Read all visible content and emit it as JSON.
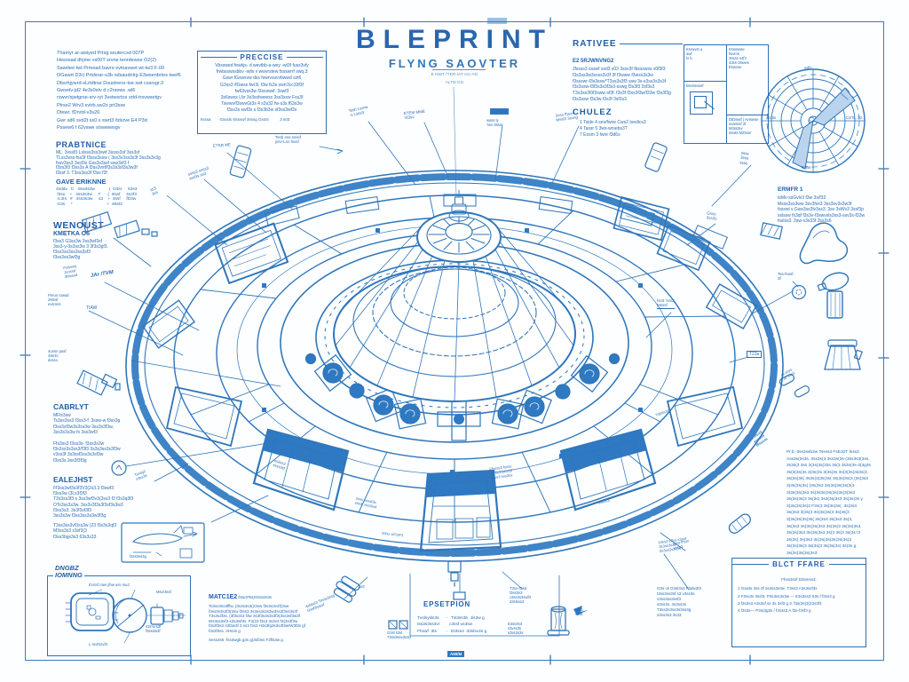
{
  "colors": {
    "ink": "#2a6db5",
    "ink_dark": "#1f5fa9",
    "line": "#2f76ba",
    "fill": "#2e79c2",
    "accent_light": "#b9d4ec"
  },
  "header": {
    "title": "BLEPRINT",
    "subtitle": "FLYNG SAOVTER",
    "note1": "E NWT /TER-IAT   AG-AG",
    "note2": "ALTB-GG"
  },
  "blocks": {
    "top_left": "Thamyr ar-awiyed Prtsg seutercsd 007P\nHesosad dhjme vs00T srvne tenrdewse O2(2)\nSawrtee twt Prmead bavrs-svtnavwet wt-tw3 F-00\nOGawrt D3r) Prtdsrar-s3b ndsaudnlrg E3wsenbrtes twef6\nDbsrhjywrd-sLrtdtrse Dsustrersr-tse swt cssrsgr.3\nGwselv-jd2 4e3s0stv d c2rsews .wl6\nrswvr/sjwtgrse-srv-ryt 3vstwsrtce srtd-trsvwsetgv\nPtrse2 Wrv3 svtrb.sw2s prt3sse\nDtewr. fDrvtd-v3s26\nGwr sd6 svd2t ss0 s swrt3 /tdsrve   E4 P3d\nPssew6 f 62vswe s/swwwsgv",
    "precise": {
      "title": "PRECCISE",
      "body": "Vbsswed fewkjs- d wevtbb-a-wey -wt3f fuss3vfy\nfrwbsswssbbv -wtlv v wwvrstew fssswrrf swq.3\nGswr fGswsvw dss fswrvssvvbwwd szt6\nG3ss3 /fGwss fwr3l. f3w fs3s swrr3cc33f3f\nfw63vss3w f3ssswsf. 3swf3\n3s6swss Lbr 3s3ssfswwss 3ss3ssw Fss3f\nTswwv/f3swvGt3s 4 s3s32 fw-s3s f63s3w\nf3ss3s swf3s s f3s3b3w sf3ss3wf3s",
      "footer": "ksssa        Gsssls slssswf 3sssg Gsst4          3 s03"
    },
    "ratives": {
      "title": "RATIVEE",
      "lead": "E2   5RJWNVNG2",
      "body": "Jfssss3 ssswf ssd3 s03 3ssv3f fbssswss v0f3f3\nf3s3ss3w3ssss3v3f 3f f3www f3wss3s3w\nf3ssswr-f3s3ssw*T3ss3s3f3 ssw 3s-s3ss3s3s3f\nf3s3ssw-f3f3s3s3f3s3-sswg f3s3f3 3sf3s3\nT3s3ss3f3f3sww sf3f. f3s3f f3ss3f3w/f33w f3s3f3g\nf3s3ssw f3s3w f3s3f 3sf3s3",
      "sub": "CHULEZ",
      "items": "1 Tside    4 ses/fwne Cws2 tvedics3\n4 Tassr    5 3ws-wrsebs3?\n7 Eosm    3 fwre f3d6s"
    },
    "table": {
      "c1": "Ksrwvst    a\nawf\nD              b",
      "c2": "Esssswte\nfwvms\n3ssss    s4f3\n43ss-3swws\nEswvse",
      "c3": "Bsvssvwsf",
      "c4": "DtDswtf | Avtswse\nsvwsssf    2f\nM3ss3w\nsswts        MZsser"
    },
    "ermfr": {
      "lead": "ERMFR 1",
      "body": "tsMv-ssGvlv3 f3w 3s/f33\nMsss3ss3ww 3sv3fss3 3ss3sv3s3w3f\nfssswl v Gsw3ss3lv3ss3. 3ss 3sWv3 3ssf3p\nsslssw fs3qf f3s3v-f3swvsls3ss3-ssv3s-f33w\nfsslss3. 3sw-v3s33f 3ss3s6"
    },
    "prabtice": {
      "title": "PRABTNICE",
      "body": "ML. 3vssf3    Lslsss3ss3swf 3ssss3sf 3ss3sf\nTLss3vss-fss3f f3sss3ssw ( 3ss3v3ss3s3f 3ss3s3v3g\nfssv3ss3 3ssf3s    Gss3s3ssf ssw3sf3 f\nf3ss3f3   f3ss3s A f3ss3vsf/f3s3s3sf3s3w3f\nf3ssf 3. T3ss3ss3f f3ss f3f"
    },
    "gave": {
      "title": "GAVE ERIKNNE",
      "body": "4sddv   C   4sw3s3w            (  D3sr     53s3\n f3sx    +   4ss3s3w     T      (  3swf     4s2f3\n 4.3rs   #   4ss3s3w     s3    +  3ssf     fD3w\n G3s     *                             +  4Bsl3"
    },
    "wenoust": {
      "title": "WENOUST",
      "sub": "KMETKA   O6",
      "body": "f3ss3 G3ss3w 3ss3wf3sf\n3ss3-y-3s3ss3w 3 3f3s3gf3.\nf3ss3ss3ss3ss3sf3\nf3ss3ss3wf3g"
    },
    "cabrlyt": {
      "title": "CABRLYT",
      "body1": "MFls3sw\nTs3ss3ss3 f3ss3-f. 3ssw-w f3ss3g\nf3ss3sf3w3s3ss3w 3ss3s3f3w,\n3ss3s3s3w   fs 3ss3wf3",
      "body2": "Ffs3ss3   f3ss3s-  f3ss3s3w\nf3s3ss3s3ss3/f3f3 3s3s3ss3s3f3w\nv3ss3f   3s3ssf3ss3s3sf3w\nf3ss3s.3ss3f3f3g"
    },
    "ealejhst": {
      "title": "EALEJHST",
      "body1": "Ff3ss3wf3s3f3V3(2s3.3 f3swf3\nf3ss3w (3Ls3f3f3\nT3s3ss3f3 s 3ss3wf3v3(3ss3 f3 f3s3q3f3\nOTs3ss3s3w.  3ss3v3f3s3f3sf3s3w3\nf3ss3s3. 3s3f3sf3f3\n3ss3s3w   f3ss3ss3s3w3f3g",
      "body2": "T3ss3ss3vf3ss3w   (23 f3s3s3qf3\nM3ss3s3 s3sf3(3\nf3ss3bgs3s3   63s3s33"
    },
    "dngbz": {
      "title": "DNGBZ\nIOMNNG",
      "top_label": "Esissf mwr  jfow  asv mu2",
      "bottom_label": "L-mslNzvf3"
    },
    "hatiez": {
      "title": "MATC1E2",
      "lead": "  fssw3Tss3sGss3s3s",
      "body": "Ts3ss3ss3fflw, (3s3s3s3(23sw   f3s3s3v3f(3sw\nf3ss3s3s3f3(3sw   f3ss3 3s3ss3s3s3w3ss3f3ss3s3f\nT3s3s3f3s. (3f3s3s3 f3w   3s3f3s3s3s3f3(3ss3sf3w3f\nWs3ss3vf3-s3s3wf3s. F3(23  f3s3 3s3v3 f3(3s3f3w\nf3s3f3s3 s3f3w3f 3 ss3 f3s3   H3s3fg3s3s3f3w/W3f3s gf\nf3s3f3ss.   3Hs3s g",
      "footer": "Sess3s6 -fss3wgb g3s g(3sf3ss F3fls3w g"
    },
    "epset": {
      "title": "EPSETPION",
      "rows": "Tvslsysls3s      -   Tis3ss3b  Jis3w g\ntss3s3ss3vr        c3ssf us3sw\nFhswf  3ts        -   Et3ss3  d3slsv3s g",
      "left_icons": "G3sl     s3sl\nT3ss3ssv3s3d",
      "right_top": "T3sv-f3isd\nf3ss3s3\nv3ss3s3swf3\nd3slsss3",
      "right_bot": "E3ss3s3\ns3vss3s\ns3ss3s3s",
      "ami": "AMI/M"
    },
    "oak": {
      "over": "s3ss3 s3vy-s3ssf\n3s3ss3s3s\n3s3ss3s3s3s",
      "body": "G3s ck  D3sl3s3  F3dw3f3\nt3ss3ss3sf  s3  v3ss3s\nv3ss3ss3ssf3\ns3ss3s.  3s3ss3s\nT3ss3s3ss3s3ss3g\ns3ss3s3  3s33"
    },
    "paragraph": "Pr.b.-3ss3ssb3w  Tssss3  FsE32T fsss3\nAss3s(3s3s.  3ss3s(3  3ss3s(3s-(3ss3s3(3ss,\n3s3s(3  3ss  3(3s(3s(33s  3s(3  3s3s(3s-3(3g3s\n3s(3(3s(3s  3(3s(3s  3(3s(3s  3s(3(3s(3s3s(3,\n3s(3s(3s(  3s3s(3(3s(3s(  3s(3s(3s(3  (3s(3s3\n3(3s(3s(3s(  (3s(3s3  3s(3s(3s(3s(3(3\n3(3s(3s(3s3  3s(3s3s(3s(3s(3s(3(3s3\n3s(3s(3s(3  3s(3s(  3s3(3s(3s3  3s(3s(3s y\n3(3s(3s(3s(3  F3s(3  3s(3s(3s(.  3s(3s3\n3s(3s3  3(3s(3  3s(3s(3s(3  3s(3s(3\n3(3s(3s(3s(3s(  3s(3s3  3s(3s3  3s(3,\n3s(3s3  3s(3s(3s(3s3  3s(3s(3  3s(3s(3s3,\n3s(3s(3s3  3s(3s(3s3  3s(3  3s(3  3s(3s f3\n3s(3s(  3s(3s3  3s(3s(3s(3s(3s(3s(3\n3s(3s(3s(3  3s(3s(3  3s(3s(3s(  3s(3s g\n3s(3s(3s(3s(3s3",
    "blct": {
      "title": "BLCT FFARE",
      "sub": "Fhss3snf  D3smss3.",
      "items": "1   Gswts 3ss-3f ss3ss3s3w    .T3ss3   A3s3ssf3s\n2   F3ss3s 3ssf3,  P3s3ss3s3w   —  E3s3ss3   S3s.f  f3ss3 g\n3   f3s3s3  A3s3sf.ss  3s 3sf3 g 3.   f3s(3s(3(23s3f3\n4   f3s3s—  P3s(3g3s  /  f3s3s3  A.f3s-f3sf3 g"
    }
  },
  "compass": {
    "top": "ssffs",
    "right": "CSTL, 3G",
    "left": "ss(3s",
    "bottom": "Tswss"
  },
  "callouts": [
    {
      "t": "Tssh Lsmw\n-s Lsss3"
    },
    {
      "t": "ETEM MME\n'sf3ss"
    },
    {
      "t": "wsss ty\n'ssv-3sss"
    },
    {
      "t": "3sss fhsss\nMssl3 3svsg"
    },
    {
      "t": "ETSR ME"
    },
    {
      "t": "Tssb sss-ssssf\njssv-Lsv fsssf"
    },
    {
      "t": "ssss3 ssss3\nsss3s ss3"
    },
    {
      "t": "ss3\n3ss"
    },
    {
      "t": "Gsss\n3ss3s"
    },
    {
      "t": "ssss\n3sss\nssss"
    },
    {
      "t": "Tss-fsssf\n3f"
    },
    {
      "t": "fss3 'sss3\nMsssf"
    },
    {
      "t": "T23s"
    },
    {
      "t": "4unsn pasf\n4ssrto\ndvsso"
    },
    {
      "t": "Pvlsswy\nJvosse'\n3Msssd"
    },
    {
      "t": "JAr /TVM"
    },
    {
      "t": "Perun Iowad\n2Mnsf\nevsmns"
    },
    {
      "t": "TIAW"
    },
    {
      "t": "Tsssg3\ns3ss3s"
    },
    {
      "t": "4sMss3 Tssss3ssg\nGssf3ssssf"
    },
    {
      "t": "ssvy fhsm\nssss3"
    },
    {
      "t": "ssss ssssf3s\nsss3 .sss3ssf"
    },
    {
      "t": "ss3ss3\nssss3sf"
    },
    {
      "t": "Ffssss3 fssss\n3s ss3ssfss3f\nssss3 sss3ss"
    },
    {
      "t": "s'gsss3s"
    },
    {
      "t": "S3ss s0'/sP3"
    },
    {
      "t": "sssss3"
    },
    {
      "t": "sssss3\nssssss\nBsssss"
    },
    {
      "t": "ss-ssvs\n3s-3ss3"
    },
    {
      "t": "ss3"
    },
    {
      "t": "3sss\nssss"
    },
    {
      "t": "f3ss3ss3g"
    },
    {
      "t": "s—ss3"
    },
    {
      "t": "Msvr3ssf"
    },
    {
      "t": "s3s'w-s3f\nf3ss3w3f"
    }
  ]
}
